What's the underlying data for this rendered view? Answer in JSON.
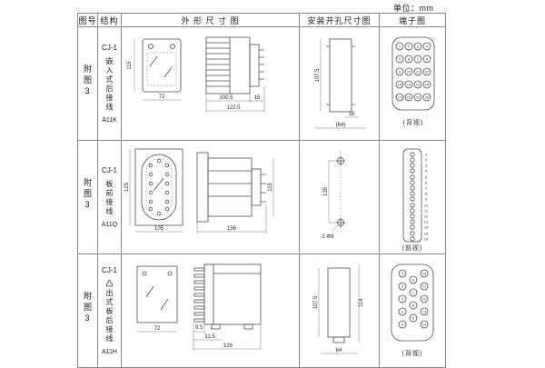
{
  "unit_label": "单位：mm",
  "header": {
    "figure_no": "图号",
    "structure": "结构",
    "outline": "外 形 尺 寸 图",
    "mounting": "安装开孔尺寸图",
    "terminal": "端子图"
  },
  "rows": [
    {
      "figure_no": "附图3",
      "model": "CJ-1",
      "structure_desc": "嵌入式后接线",
      "code": "A11K",
      "outline_dims": {
        "height": "115",
        "front_width": "72",
        "body_width": "100.5",
        "total_width": "122.5",
        "terminal_width": "15"
      },
      "mounting_dims": {
        "cutout_height": "107.5",
        "notch_width": "16",
        "overall_width": "(64)"
      },
      "terminals": [
        "1",
        "2",
        "3",
        "4",
        "5",
        "6",
        "7",
        "8",
        "9",
        "10",
        "11",
        "12",
        "13",
        "14",
        "15",
        "16",
        "17",
        "18",
        "19",
        "20"
      ],
      "terminal_caption": "(背视)"
    },
    {
      "figure_no": "附图3",
      "model": "CJ-1",
      "structure_desc": "板前接线",
      "code": "A11Q",
      "outline_dims": {
        "height": "125",
        "front_width": "105",
        "total_length": "156",
        "body_height": "115"
      },
      "mounting_dims": {
        "hole_spacing": "135",
        "holes": "2-Φ6"
      },
      "terminals": [
        "1",
        "2",
        "3",
        "4",
        "5",
        "6",
        "7",
        "8",
        "9",
        "10",
        "11",
        "12",
        "13",
        "14",
        "15",
        "16"
      ],
      "terminal_caption": "(前视)"
    },
    {
      "figure_no": "附图3",
      "model": "CJ-1",
      "structure_desc": "凸出式板后接线",
      "code": "A11H",
      "outline_dims": {
        "front_width": "72",
        "pin_pitch": "9.5",
        "pin_region": "31.5",
        "total_length": "126"
      },
      "mounting_dims": {
        "cutout_height": "107.5",
        "overall_height": "114",
        "width": "64"
      },
      "terminals": [
        "1",
        "2",
        "3",
        "4",
        "5",
        "6",
        "7",
        "8",
        "9",
        "10",
        "11",
        "12",
        "13",
        "14"
      ],
      "terminal_caption": "(背视)"
    }
  ]
}
